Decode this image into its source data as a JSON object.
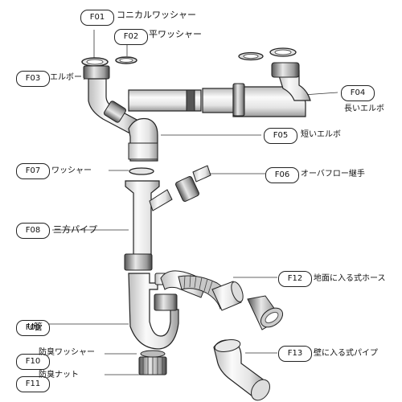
{
  "parts": [
    {
      "code": "F01",
      "name": "コニカルワッシャー"
    },
    {
      "code": "F02",
      "name": "平ワッシャー"
    },
    {
      "code": "F03",
      "name": "エルボー"
    },
    {
      "code": "F04",
      "name": "長いエルボ"
    },
    {
      "code": "F05",
      "name": "短いエルボ"
    },
    {
      "code": "F06",
      "name": "オーバフロー継手"
    },
    {
      "code": "F07",
      "name": "ワッシャー"
    },
    {
      "code": "F08",
      "name": "三方パイプ"
    },
    {
      "code": "F09",
      "name": "U管"
    },
    {
      "code": "F10",
      "name": "防臭ワッシャー"
    },
    {
      "code": "F11",
      "name": "防臭ナット"
    },
    {
      "code": "F12",
      "name": "地面に入る式ホース"
    },
    {
      "code": "F13",
      "name": "壁に入る式パイプ"
    }
  ],
  "colors": {
    "pipe_fill": "#ededed",
    "pipe_stroke": "#2a2a2a",
    "nut_fill": "#cfcfcf"
  }
}
